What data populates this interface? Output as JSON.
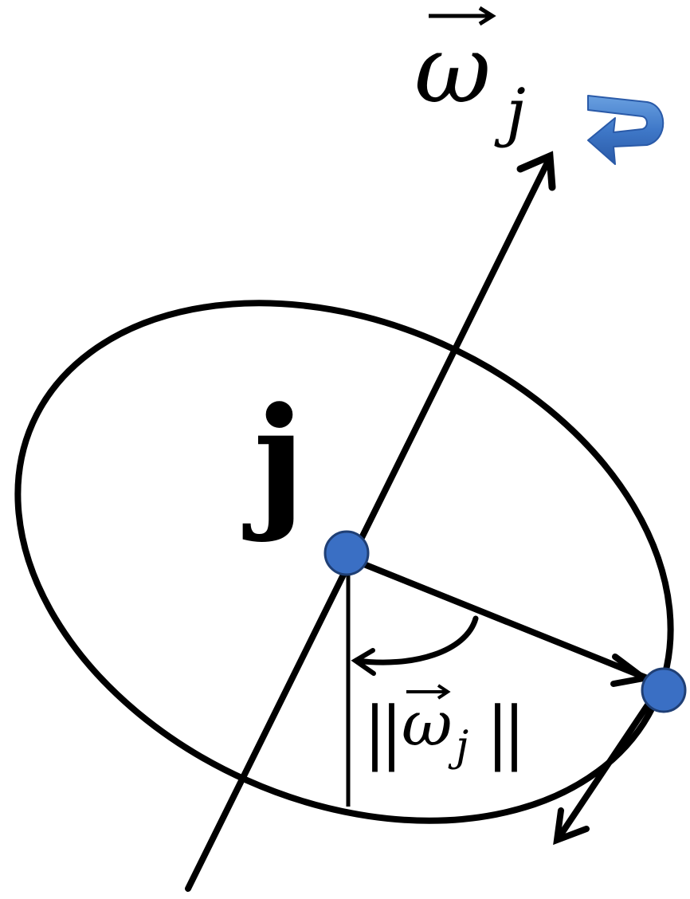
{
  "body_label": "j",
  "axis_label": {
    "symbol": "ω",
    "subscript": "j"
  },
  "angle_label": {
    "open": "||",
    "symbol": "ω",
    "subscript": "j",
    "close": "||"
  },
  "colors": {
    "stroke": "#000000",
    "point_fill": "#3a6fc4",
    "rotation_arrow": "#3f78c8"
  },
  "icons": {
    "rotation": "curved-rotation-arrow-icon"
  }
}
